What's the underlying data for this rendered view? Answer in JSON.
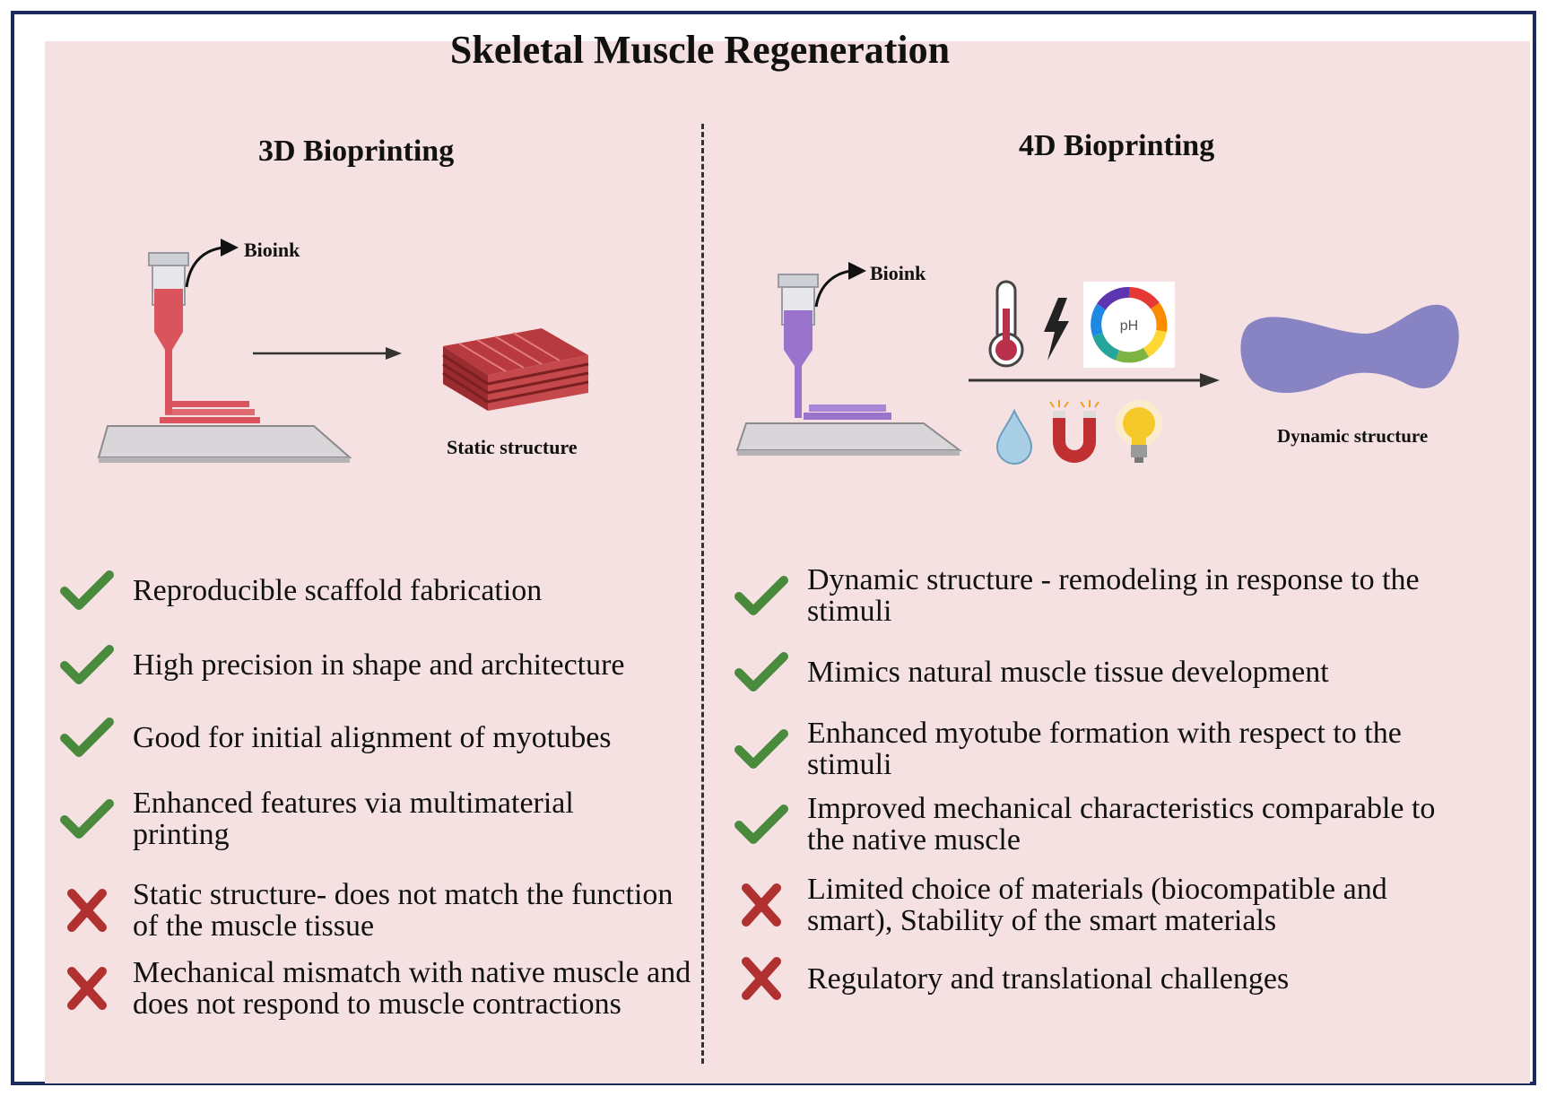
{
  "title": "Skeletal Muscle Regeneration",
  "colors": {
    "frame": "#1c2a5c",
    "background": "#f5e1e2",
    "check": "#4a8a3c",
    "cross": "#b0312f",
    "bioink_3d": "#d9545c",
    "bioink_4d": "#9a74cc",
    "dynamic_shape": "#8883c2"
  },
  "left": {
    "heading": "3D Bioprinting",
    "bioink_label": "Bioink",
    "structure_label": "Static structure",
    "items": [
      {
        "icon": "check-icon",
        "text": "Reproducible scaffold fabrication"
      },
      {
        "icon": "check-icon",
        "text": "High precision in shape and architecture"
      },
      {
        "icon": "check-icon",
        "text": "Good for initial alignment of myotubes"
      },
      {
        "icon": "check-icon",
        "text": "Enhanced features via multimaterial printing"
      },
      {
        "icon": "cross-icon",
        "text": "Static structure- does not match the function of the muscle tissue"
      },
      {
        "icon": "cross-icon",
        "text": "Mechanical mismatch with native muscle and does not respond to muscle contractions"
      }
    ]
  },
  "right": {
    "heading": "4D Bioprinting",
    "bioink_label": "Bioink",
    "structure_label": "Dynamic structure",
    "ph_label": "pH",
    "stimuli_icons": [
      "thermometer-icon",
      "lightning-icon",
      "ph-scale-icon",
      "water-drop-icon",
      "magnet-icon",
      "light-bulb-icon"
    ],
    "items": [
      {
        "icon": "check-icon",
        "text": "Dynamic structure - remodeling in response to the stimuli"
      },
      {
        "icon": "check-icon",
        "text": "Mimics natural muscle tissue development"
      },
      {
        "icon": "check-icon",
        "text": "Enhanced myotube formation with respect to the stimuli"
      },
      {
        "icon": "check-icon",
        "text": "Improved mechanical characteristics comparable to the native muscle"
      },
      {
        "icon": "cross-icon",
        "text": "Limited choice of materials (biocompatible and smart), Stability of the smart materials"
      },
      {
        "icon": "cross-icon",
        "text": "Regulatory and translational challenges"
      }
    ]
  }
}
